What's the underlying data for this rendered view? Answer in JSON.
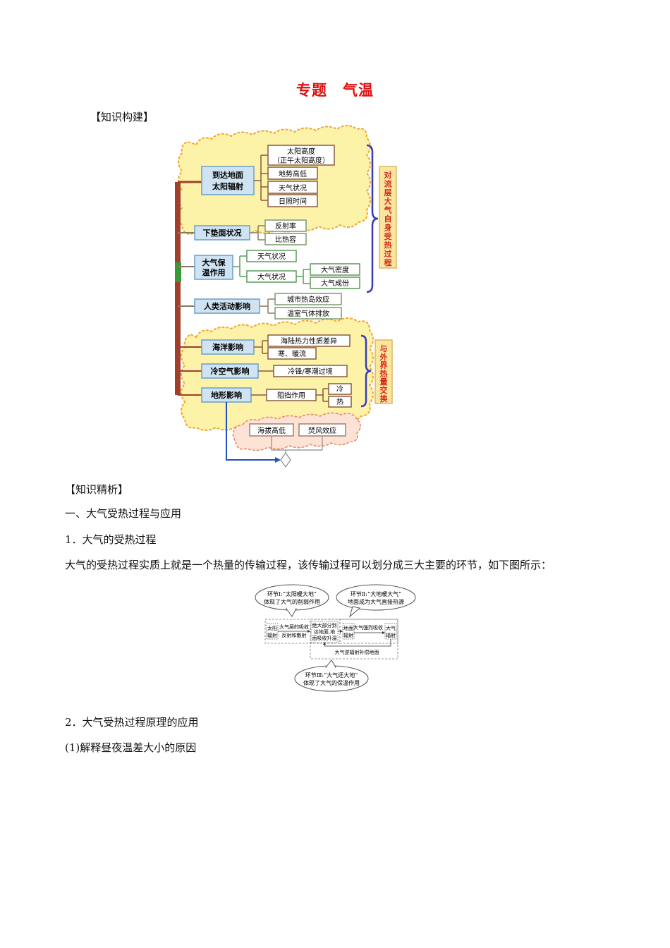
{
  "title": "专题　气温",
  "section1_heading": "【知识构建】",
  "mindmap": {
    "n_sun": [
      "到达地面",
      "太阳辐射"
    ],
    "n_sunheight": [
      "太阳高度",
      "（正午太阳高度）"
    ],
    "n_terrain_height": "地势高低",
    "n_weather1": "天气状况",
    "n_sunshine": "日照时间",
    "n_surface": "下垫面状况",
    "n_albedo": "反射率",
    "n_heatcap": "比热容",
    "n_insulation": [
      "大气保",
      "温作用"
    ],
    "n_weather2": "天气状况",
    "n_weather3": "大气状况",
    "n_density": "大气密度",
    "n_composition": "大气成份",
    "n_human": "人类活动影响",
    "n_heatisland": "城市热岛效应",
    "n_greenhouse": "温室气体排放",
    "n_ocean": "海洋影响",
    "n_landsea": "海陆热力性质差异",
    "n_currents": "寒、暖流",
    "n_coldair": "冷空气影响",
    "n_coldfront": "冷锋/寒潮过境",
    "n_landform": "地形影响",
    "n_block": "阻挡作用",
    "n_cold": "冷",
    "n_hot": "热",
    "n_altitude": "海拔高低",
    "n_foehn": "焚风效应",
    "side1": [
      "对",
      "流",
      "层",
      "大",
      "气",
      "自",
      "身",
      "受",
      "热",
      "过",
      "程"
    ],
    "side2": [
      "与",
      "外",
      "界",
      "热",
      "量",
      "交",
      "换"
    ]
  },
  "section2_heading": "【知识精析】",
  "heading_one": "一、大气受热过程与应用",
  "heading_1": "1．大气的受热过程",
  "para_1": "大气的受热过程实质上就是一个热量的传输过程，该传输过程可以划分成三大主要的环节，如下图所示：",
  "diagram2": {
    "bubble1": [
      "环节Ⅰ:“太阳暖大地”",
      "体现了大气的削弱作用"
    ],
    "bubble2": [
      "环节Ⅱ:“大地暖大气”",
      "地面成为大气直接热源"
    ],
    "bubble3": [
      "环节Ⅲ:“大气还大地”",
      "体现了大气的保温作用"
    ],
    "box_sun": [
      "太阳",
      "辐射"
    ],
    "label_atm_absorb": [
      "大气层的吸收",
      "反射和散射"
    ],
    "box_ground_absorb": [
      "绝大部分到",
      "达地面,地",
      "面吸收升温"
    ],
    "box_ground_rad": [
      "地面",
      "辐射"
    ],
    "label_atm_strong": "大气强烈吸收",
    "box_atm_rad": [
      "大气",
      "辐射"
    ],
    "label_counter": "大气逆辐射补偿地面"
  },
  "heading_2": "2．大气受热过程原理的应用",
  "heading_2_1": "(1)解释昼夜温差大小的原因",
  "colors": {
    "title_red": "#e01010",
    "cloud_fill": "#fdf3a8",
    "cloud_stroke": "#f0a832",
    "node_fill": "#cfe3f3",
    "node_stroke": "#6a9fc8",
    "spine": "#a0402a",
    "side_fill": "#fbe6a0",
    "side_text": "#d62a1a",
    "brace": "#3a3ab8"
  }
}
